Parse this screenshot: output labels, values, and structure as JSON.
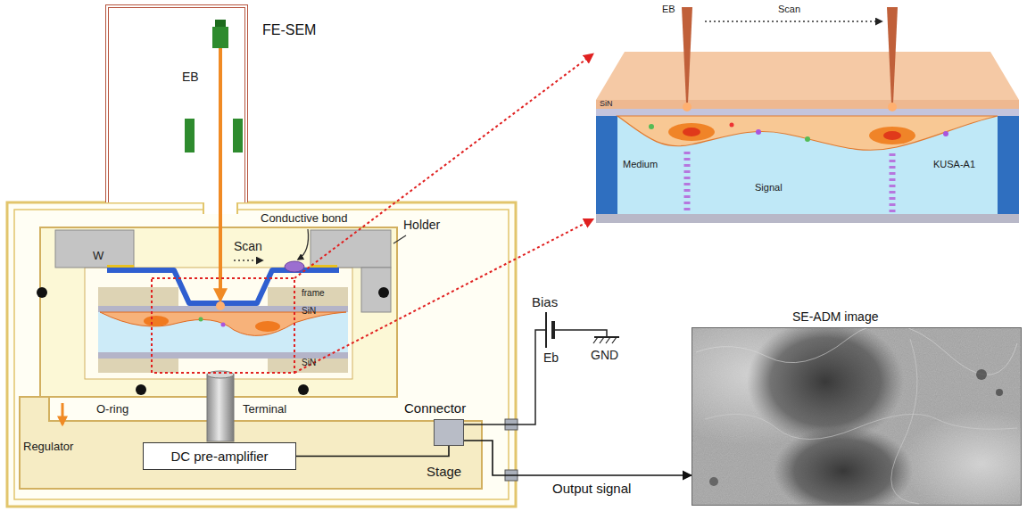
{
  "diagram": {
    "nodes": [
      {
        "text": [
          "FE-SEM"
        ]
      },
      {
        "text": [
          "DC pre-amplifier"
        ]
      },
      {
        "text": [
          "Connector"
        ]
      },
      {
        "text": [
          "SE-ADM image"
        ]
      }
    ],
    "edges": [
      {
        "from": 1,
        "to": 2,
        "arrow": "none"
      },
      {
        "from": 2,
        "to": 3,
        "arrow": "to",
        "label": "Output signal"
      }
    ],
    "labels": [
      "EB",
      "EB",
      "Scan",
      "SiN",
      "Medium",
      "Signal",
      "KUSA-A1",
      "Conductive bond",
      "Holder",
      "Scan",
      "W",
      "frame",
      "SiN",
      "SiN",
      "Bias",
      "Eb",
      "GND",
      "O-ring",
      "Terminal",
      "Regulator",
      "Stage"
    ]
  }
}
